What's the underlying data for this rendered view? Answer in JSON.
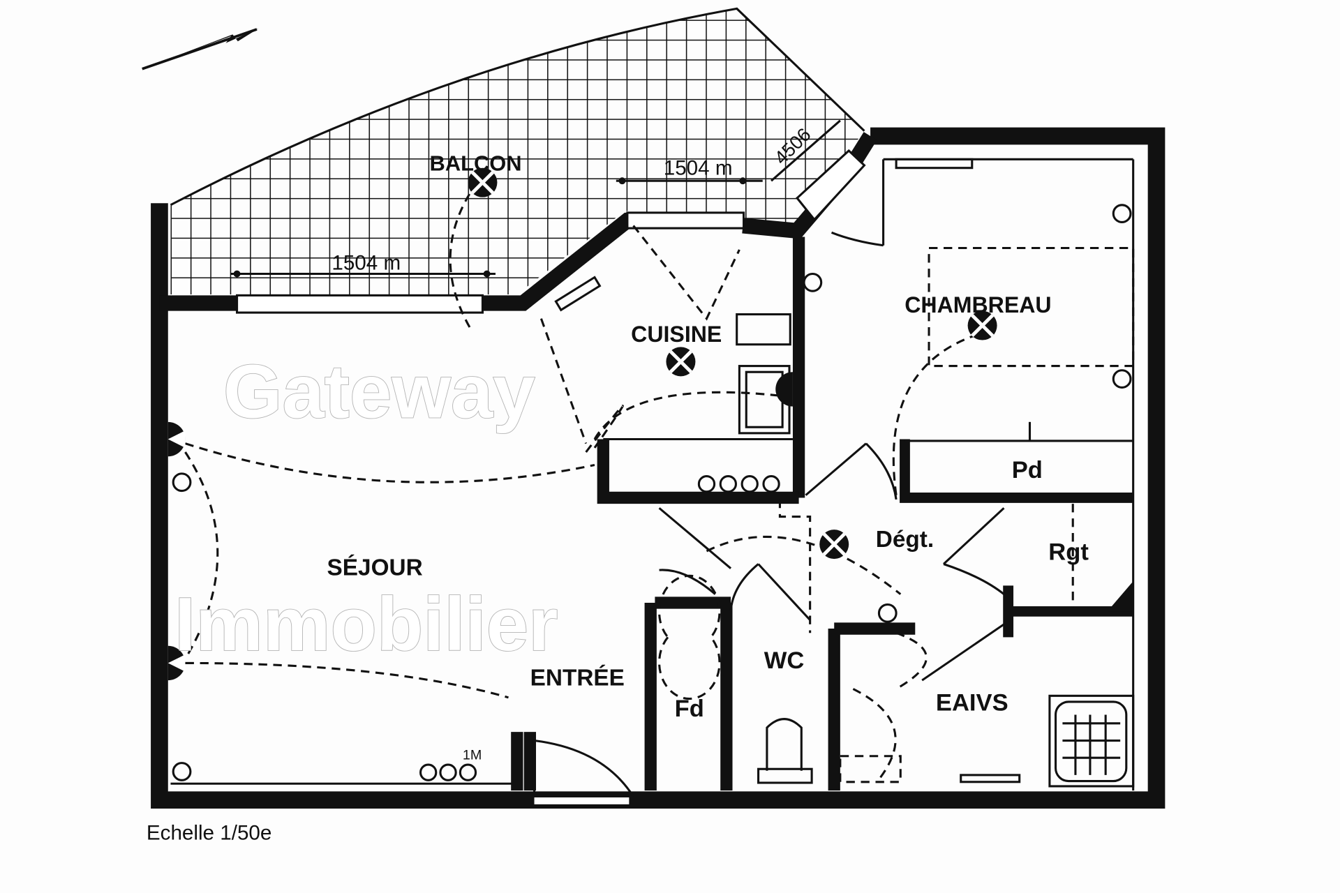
{
  "plan": {
    "rooms": {
      "balcon": "BALCON",
      "cuisine": "CUISINE",
      "chambre": "CHAMBREAU",
      "placard": "Pd",
      "degagement": "Dégt.",
      "rangement": "Rgt",
      "sejour": "SÉJOUR",
      "entree": "ENTRÉE",
      "wc": "WC",
      "fd": "Fd",
      "bains": "EAIVS"
    },
    "dimensions": {
      "balcony_top": "1504 m",
      "balcony_left": "1504 m",
      "diagonal": "4506"
    },
    "small_labels": {
      "sejour_marker": "1M"
    },
    "scale": "Echelle 1/50e",
    "watermark": "Gateway Immobilier"
  }
}
